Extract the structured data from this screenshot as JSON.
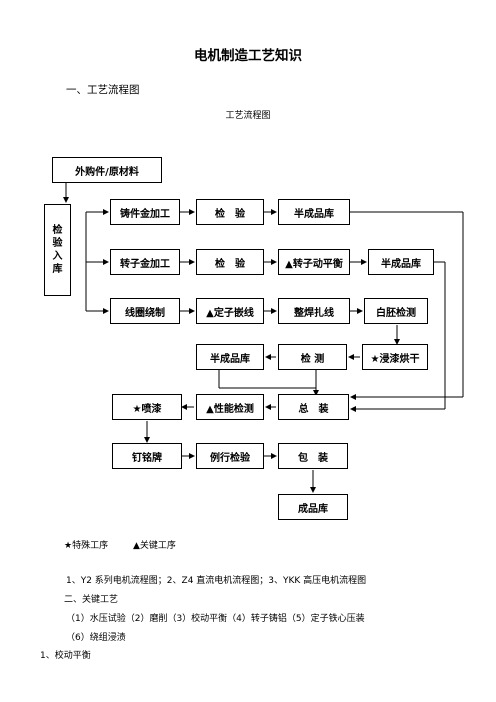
{
  "title": "电机制造工艺知识",
  "section1": "一、工艺流程图",
  "chart_caption": "工艺流程图",
  "nodes": {
    "raw": "外购件/原材料",
    "inspect_v": [
      "检",
      "验",
      "入",
      "库"
    ],
    "casting": "铸件金加工",
    "inspect1": "检　验",
    "semi1": "半成品库",
    "rotor_machining": "转子金加工",
    "inspect2": "检　验",
    "rotor_balance": "▲转子动平衡",
    "semi2": "半成品库",
    "coil": "线圈绕制",
    "stator_embed": "▲定子嵌线",
    "wire_binding": "整焊扎线",
    "white_test": "白胚检测",
    "semi3": "半成品库",
    "test": "检 测",
    "dip_dry": "★浸漆烘干",
    "spray": "★喷漆",
    "perf_test": "▲性能检测",
    "assembly": "总　装",
    "nameplate": "钉铭牌",
    "routine_test": "例行检验",
    "packing": "包　装",
    "finished": "成品库"
  },
  "legend": {
    "special": "★特殊工序",
    "key": "▲关键工序"
  },
  "process_charts": "1、Y2 系列电机流程图；2、Z4 直流电机流程图；3、YKK 高压电机流程图",
  "section2": "二、关键工艺",
  "key_processes_1": "（1）水压试验（2）磨削（3）校动平衡（4）转子铸铝（5）定子铁心压装",
  "key_processes_2": "（6）绕组浸渍",
  "subsection1": "1、校动平衡"
}
